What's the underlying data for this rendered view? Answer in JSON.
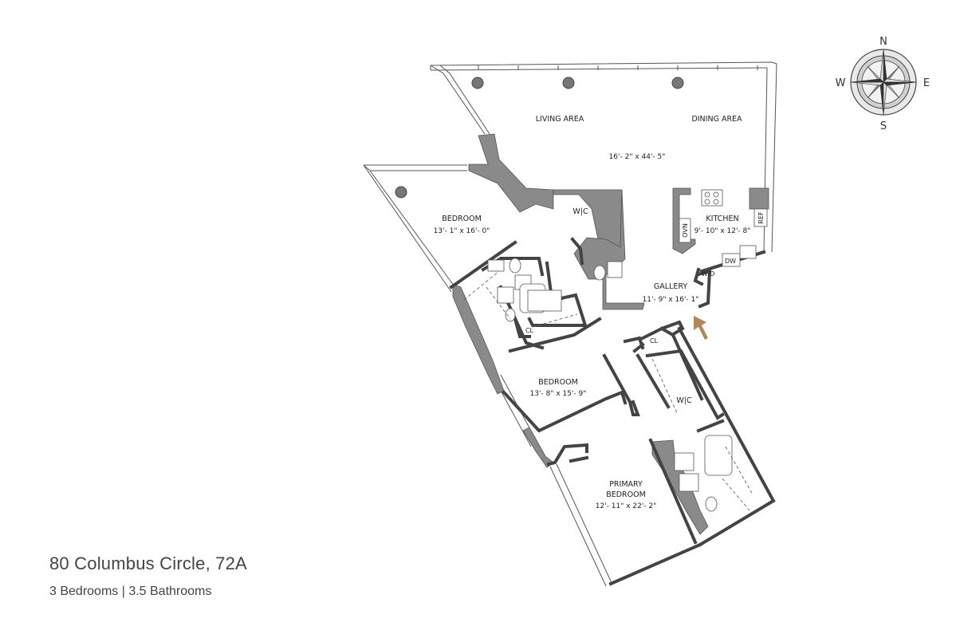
{
  "listing": {
    "address": "80 Columbus Circle, 72A",
    "summary": "3 Bedrooms | 3.5 Bathrooms"
  },
  "compass": {
    "north": "N",
    "south": "S",
    "east": "E",
    "west": "W"
  },
  "rooms": {
    "living": {
      "name": "LIVING AREA"
    },
    "dining": {
      "name": "DINING AREA",
      "dims": "16'- 2\" x 44'- 5\""
    },
    "kitchen": {
      "name": "KITCHEN",
      "dims": "9'- 10\" x 12'- 8\""
    },
    "bedroom1": {
      "name": "BEDROOM",
      "dims": "13'- 1\" x 16'- 0\""
    },
    "bedroom2": {
      "name": "BEDROOM",
      "dims": "13'- 8\" x 15'- 9\""
    },
    "primary": {
      "name_line1": "PRIMARY",
      "name_line2": "BEDROOM",
      "dims": "12'- 11\" x 22'- 2\""
    },
    "gallery": {
      "name": "GALLERY",
      "dims": "11'- 9\" x 16'- 1\""
    },
    "wic1": {
      "name": "W|C"
    },
    "wic2": {
      "name": "W|C"
    },
    "cl1": {
      "name": "CL"
    },
    "cl2": {
      "name": "CL"
    },
    "wd": {
      "name": "W/D"
    },
    "dw": {
      "name": "DW"
    },
    "ovn": {
      "name": "OVN"
    },
    "ref": {
      "name": "REF"
    }
  },
  "colors": {
    "wall": "#8a8a8a",
    "entry_arrow": "#b08a55",
    "text": "#444444"
  }
}
